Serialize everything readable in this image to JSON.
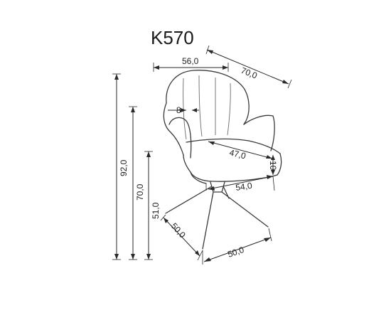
{
  "model": "K570",
  "dimensions": {
    "seat_depth_total": "70,0",
    "back_width": "56,0",
    "stitch_spacing": "8",
    "seat_depth": "47,0",
    "seat_thickness": "10",
    "seat_width": "54,0",
    "total_height": "92,0",
    "armrest_height": "70,0",
    "seat_height": "51,0",
    "base_depth": "50,0",
    "base_width": "50,0"
  }
}
